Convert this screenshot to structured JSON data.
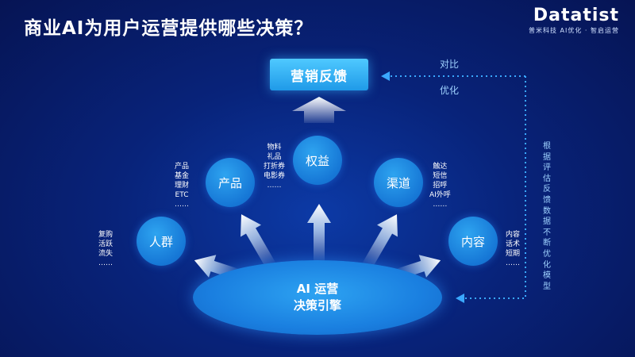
{
  "header": {
    "title": "商业AI为用户运营提供哪些决策？",
    "logo_word": "Datatist",
    "logo_tagline": "普米科技 AI优化 · 智启运营"
  },
  "diagram": {
    "feedback_box": "营销反馈",
    "engine_line1": "AI 运营",
    "engine_line2": "决策引擎",
    "nodes": {
      "renqun": "人群",
      "chanpin": "产品",
      "quanyi": "权益",
      "qudao": "渠道",
      "neirong": "内容"
    },
    "notes": {
      "renqun": [
        "复购",
        "活跃",
        "流失",
        "……"
      ],
      "chanpin": [
        "产品",
        "基金",
        "理财",
        "ETC",
        "……"
      ],
      "quanyi": [
        "物料",
        "礼品",
        "打折券",
        "电影券",
        "……"
      ],
      "qudao": [
        "触达",
        "短信",
        "招呼",
        "AI外呼",
        "……"
      ],
      "neirong": [
        "内容",
        "话术",
        "短期",
        "……"
      ]
    },
    "loop_label_top": "对比",
    "loop_label_bottom": "优化",
    "loop_side_text": [
      "根",
      "据",
      "评",
      "估",
      "反",
      "馈",
      "数",
      "据",
      "不",
      "断",
      "优",
      "化",
      "模",
      "型"
    ]
  },
  "colors": {
    "background": "#08237a",
    "box": "#2ab0f5",
    "circle": "#1677d6",
    "accent_text": "#9fd2ff"
  }
}
